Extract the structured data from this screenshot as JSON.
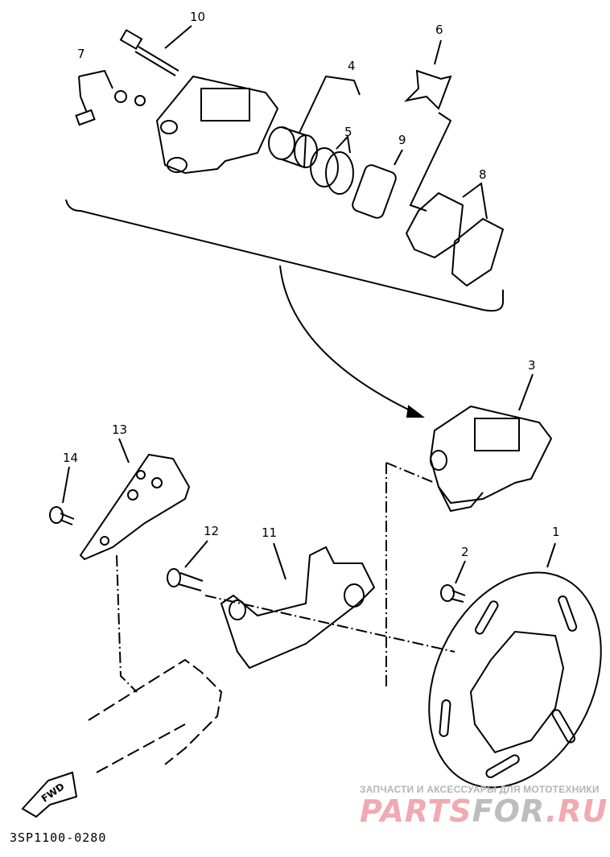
{
  "diagram": {
    "callouts": {
      "c1": "1",
      "c2": "2",
      "c3": "3",
      "c4": "4",
      "c5": "5",
      "c6": "6",
      "c7": "7",
      "c8": "8",
      "c9": "9",
      "c10": "10",
      "c11": "11",
      "c12": "12",
      "c13": "13",
      "c14": "14"
    },
    "direction_label": "FWD",
    "diagram_code": "3SP1100-0280"
  },
  "watermark": {
    "tagline": "ЗАПЧАСТИ И АКСЕССУАРЫ ДЛЯ МОТОТЕХНИКИ",
    "logo_part1": "PARTS",
    "logo_part2": "FOR",
    "logo_part3": ".RU"
  }
}
